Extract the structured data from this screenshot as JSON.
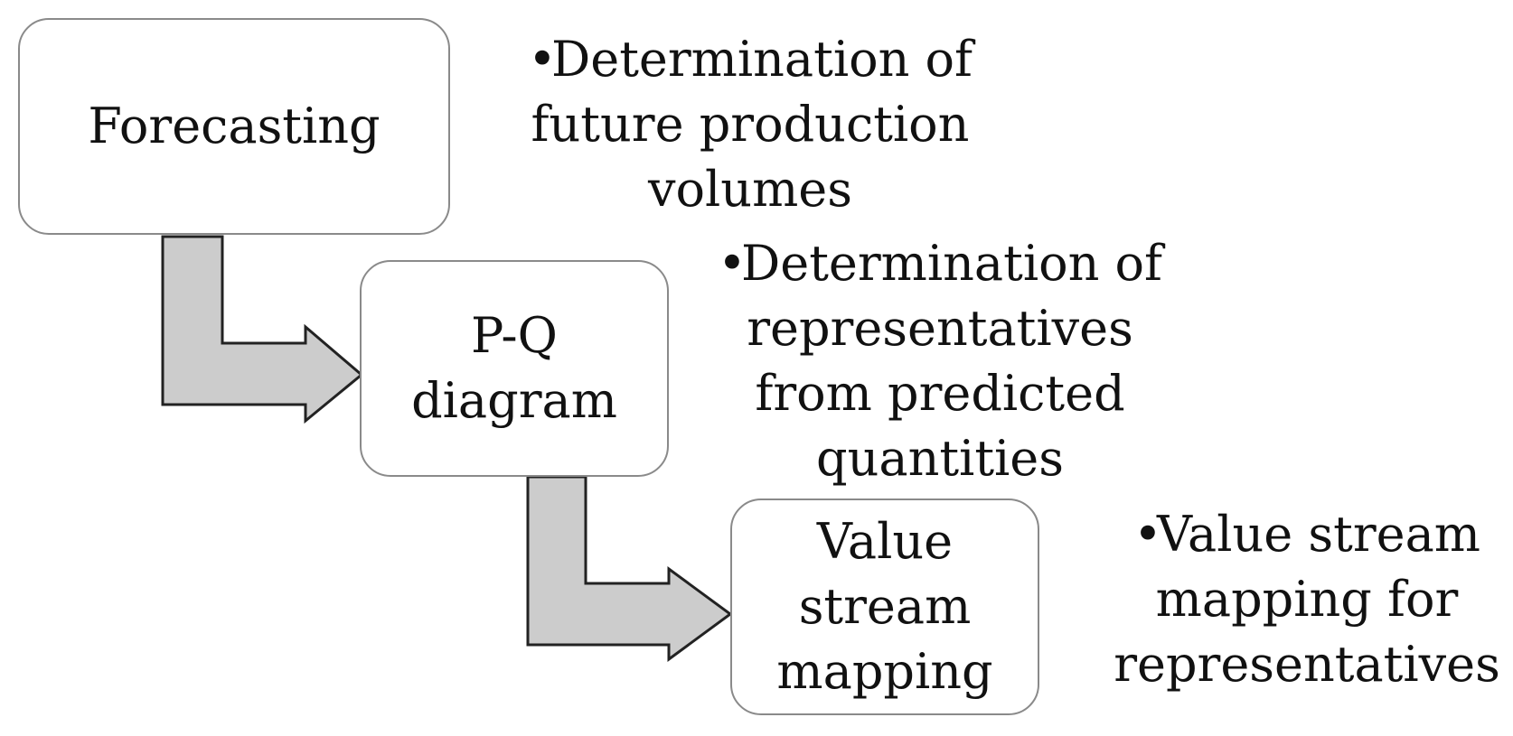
{
  "steps": [
    {
      "label": "Forecasting",
      "bullet": "•",
      "description_lines": [
        "Determination of",
        "future production",
        "volumes"
      ]
    },
    {
      "label_lines": [
        "P-Q",
        "diagram"
      ],
      "bullet": "•",
      "description_lines": [
        "Determination of",
        "representatives",
        "from predicted",
        "quantities"
      ]
    },
    {
      "label_lines": [
        "Value",
        "stream",
        "mapping"
      ],
      "bullet": "•",
      "description_lines": [
        "Value stream",
        "mapping for",
        "representatives"
      ]
    }
  ],
  "colors": {
    "arrow_fill": "#cccccc",
    "arrow_stroke": "#222222",
    "box_border": "#8a8a8a"
  }
}
